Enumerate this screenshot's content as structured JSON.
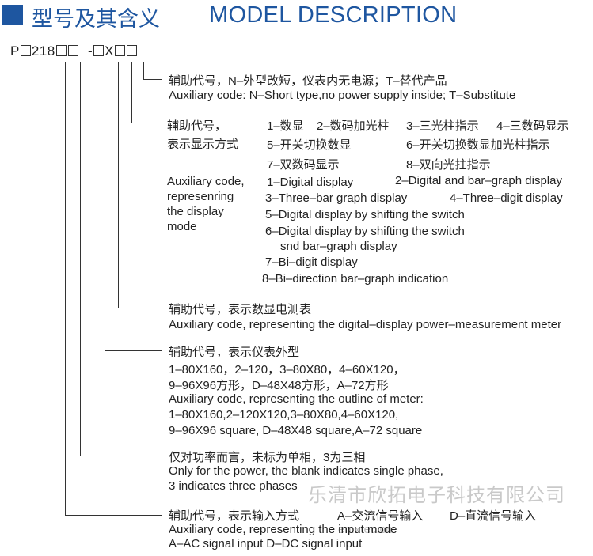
{
  "header": {
    "title_cn": "型号及其含义",
    "title_en": "MODEL DESCRIPTION"
  },
  "model": {
    "prefix": "P",
    "num": "218",
    "dash": "-",
    "x": "X"
  },
  "sec1": {
    "cn": "辅助代号，N–外型改短，仪表内无电源；T–替代产品",
    "en": "Auxiliary code: N–Short type,no power supply inside; T–Substitute"
  },
  "sec2": {
    "cn_label1": "辅助代号，",
    "cn_label2": "表示显示方式",
    "opt_cn": [
      "1–数显",
      "2–数码加光柱",
      "3–三光柱指示",
      "4–三数码显示",
      "5–开关切换数显",
      "6–开关切换数显加光柱指示",
      "7–双数码显示",
      "8–双向光拄指示"
    ],
    "en_label1": "Auxiliary code,",
    "en_label2": "represenring",
    "en_label3": "the display",
    "en_label4": "mode",
    "opt_en": [
      "1–Digital display",
      "2–Digital and bar–graph display",
      "3–Three–bar graph display",
      "4–Three–digit display",
      "5–Digital display by shifting the switch",
      "6–Digital display by shifting the switch",
      "snd bar–graph display",
      "7–Bi–digit display",
      "8–Bi–direction bar–graph indication"
    ]
  },
  "sec3": {
    "cn": "辅助代号，表示数显电测表",
    "en": "Auxiliary code, representing the digital–display power–measurement meter"
  },
  "sec4": {
    "cn1": "辅助代号，表示仪表外型",
    "cn2": "1–80X160，2–120，3–80X80，4–60X120，",
    "cn3": "9–96X96方形，D–48X48方形，A–72方形",
    "en1": "Auxiliary code, representing the outline of meter:",
    "en2": "1–80X160,2–120X120,3–80X80,4–60X120,",
    "en3": "9–96X96 square, D–48X48 square,A–72 square"
  },
  "sec5": {
    "cn": "仅对功率而言，未标为单相，3为三相",
    "en1": "Only for the power, the blank indicates single phase,",
    "en2": "3 indicates three phases"
  },
  "sec6": {
    "cn": "辅助代号，表示输入方式",
    "cn_a": "A–交流信号输入",
    "cn_d": "D–直流信号输入",
    "en1": "Auxiliary code, representing the input mode",
    "en2": "A–AC signal input  D–DC signal input"
  },
  "watermark": {
    "company": "乐清市欣拓电子科技有限公司",
    "site": "en.xtec.cn"
  },
  "colors": {
    "accent": "#1e56a0",
    "text": "#222222",
    "watermark": "#c9c9c9"
  }
}
